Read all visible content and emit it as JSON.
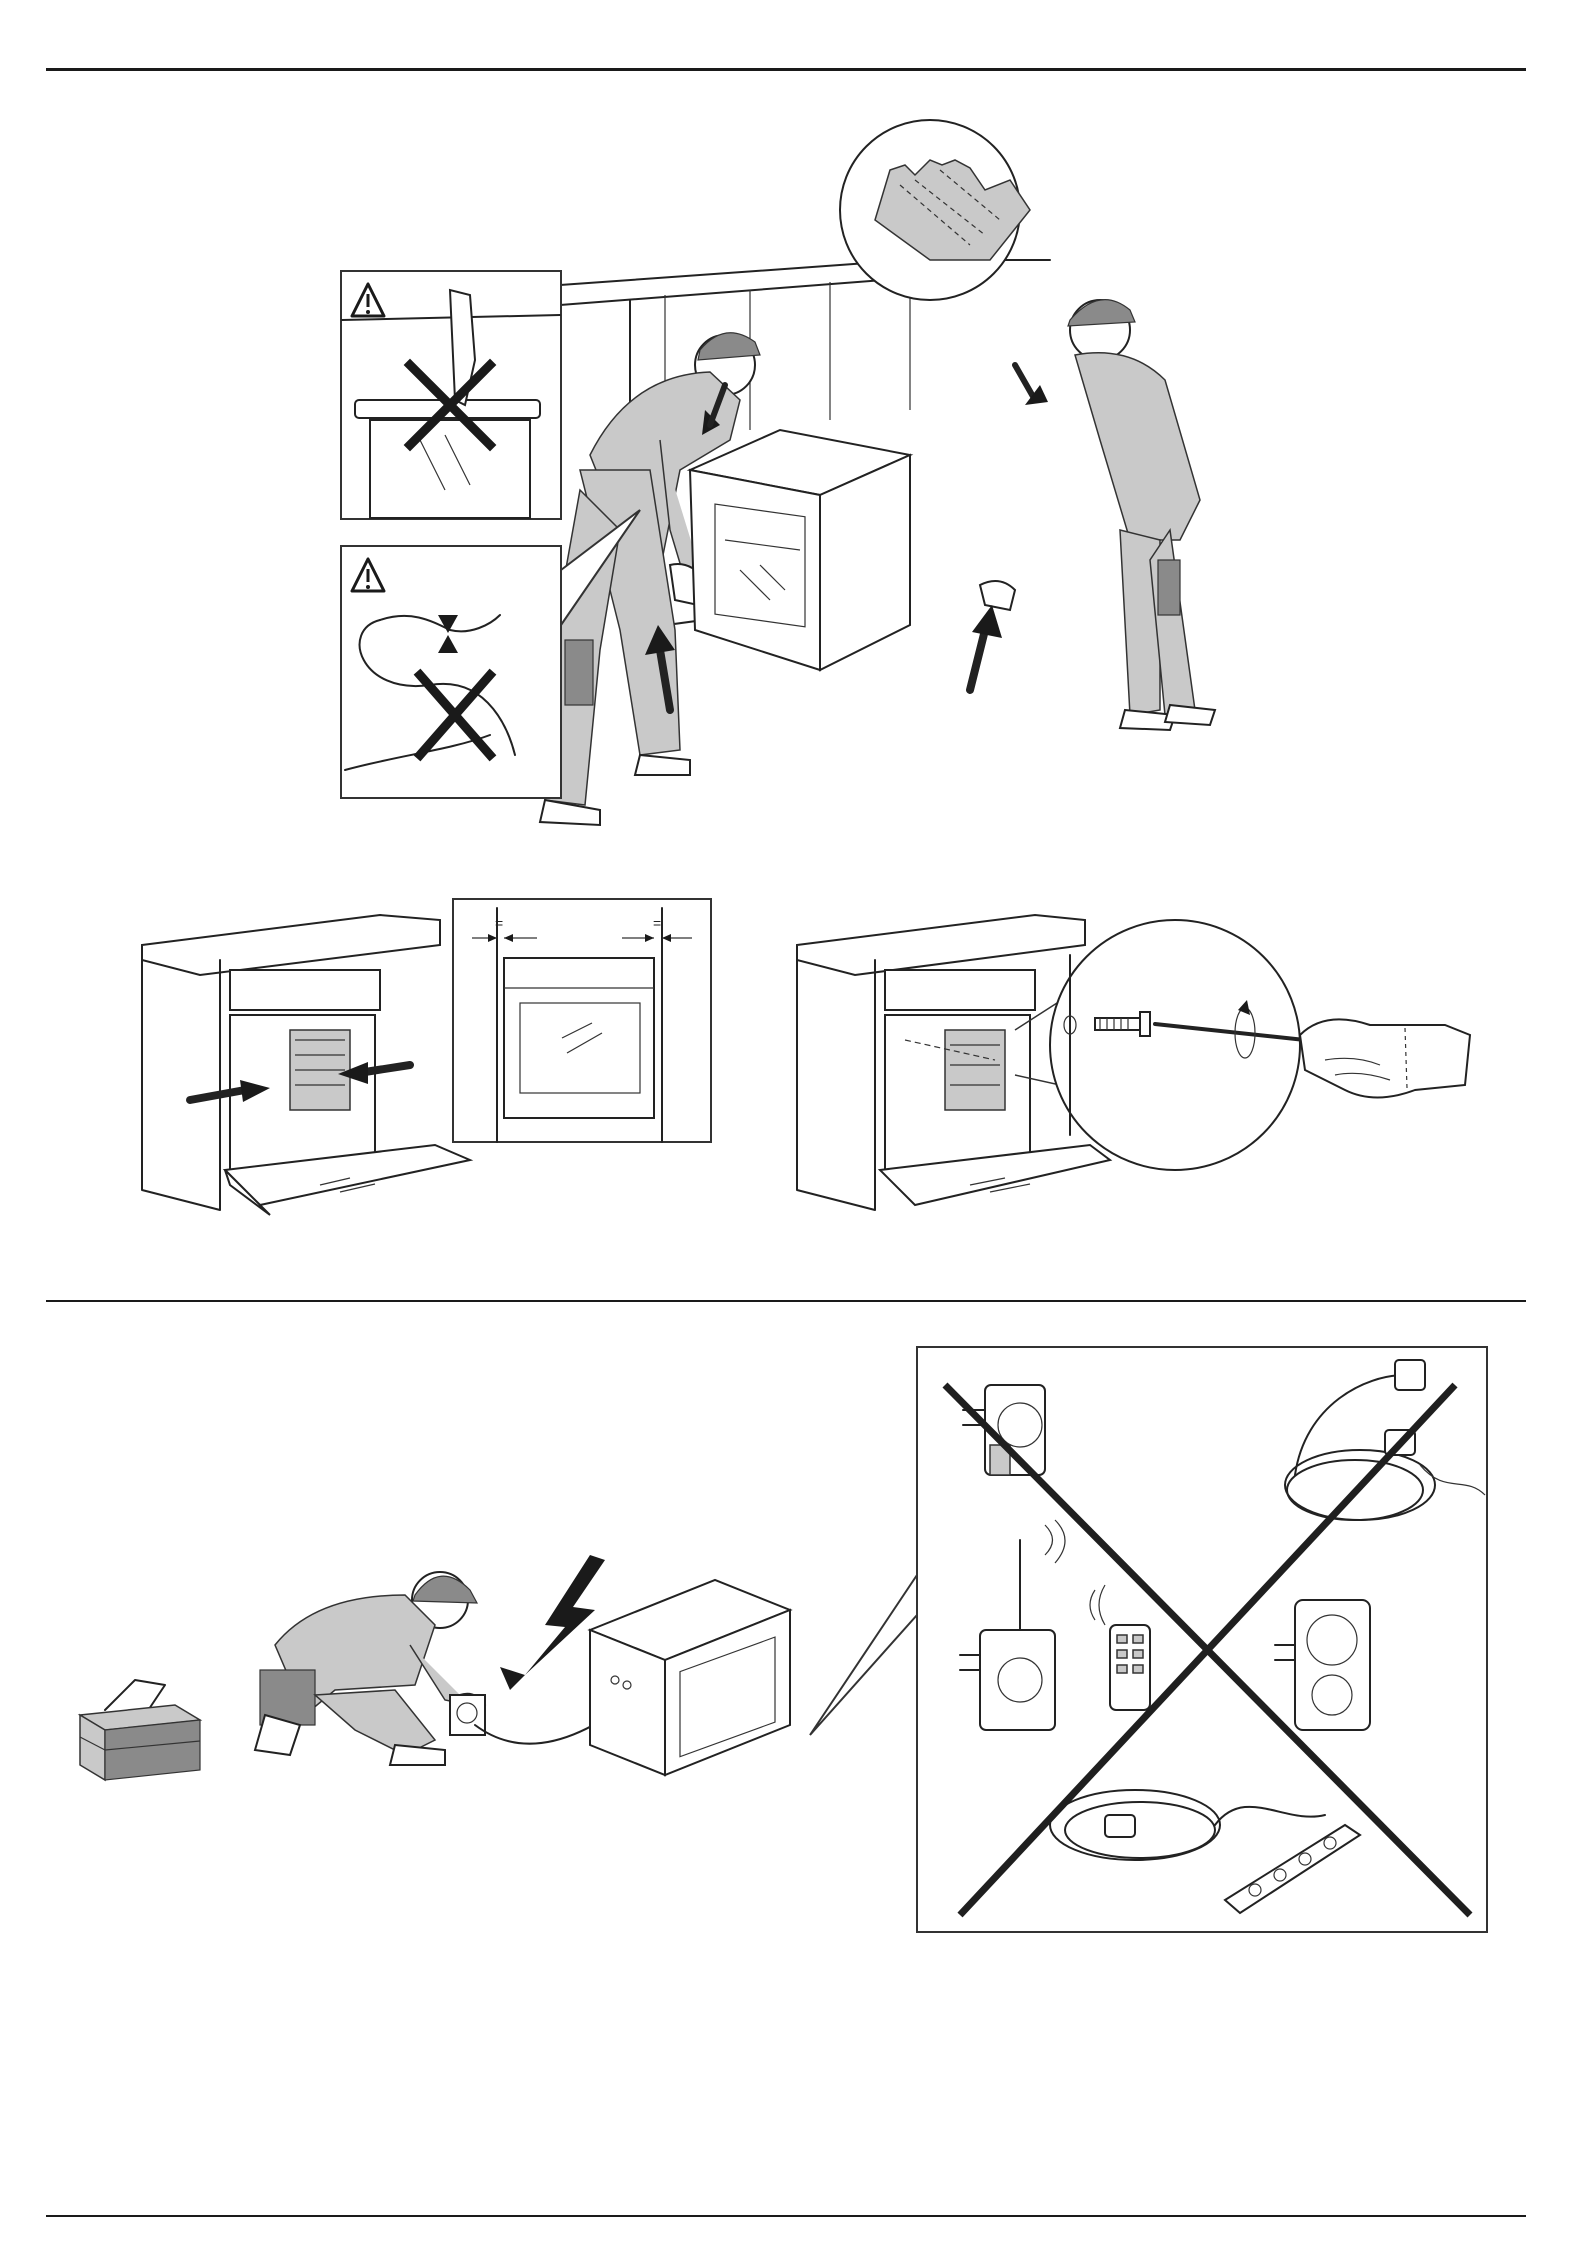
{
  "section_top": {
    "warning_panels": [
      {
        "name": "no-lifting-by-door-handle",
        "icon": "warning-triangle-icon",
        "prohibited": true
      },
      {
        "name": "no-trapping-cable",
        "icon": "warning-triangle-icon",
        "prohibited": true
      }
    ],
    "glove_callout": {
      "icon": "protective-gloves-icon"
    },
    "scene": "two-workers-lifting-oven"
  },
  "section_middle": {
    "left_figure": {
      "gap_marker_left": "=",
      "gap_marker_right": "="
    },
    "right_figure": {
      "tool": "screwdriver-icon"
    }
  },
  "section_bottom": {
    "scene": "worker-plugging-in-oven",
    "icons": [
      "toolbox-icon",
      "lightning-bolt-icon"
    ],
    "prohibited_items": [
      "socket-adapter-icon",
      "extension-cord-icon",
      "wireless-timer-socket-icon",
      "remote-control-icon",
      "timer-socket-icon",
      "power-strip-icon"
    ]
  },
  "colors": {
    "ink": "#1a1a1a",
    "grey_fill": "#c9c9c9",
    "dark_grey_fill": "#8a8a8a"
  }
}
